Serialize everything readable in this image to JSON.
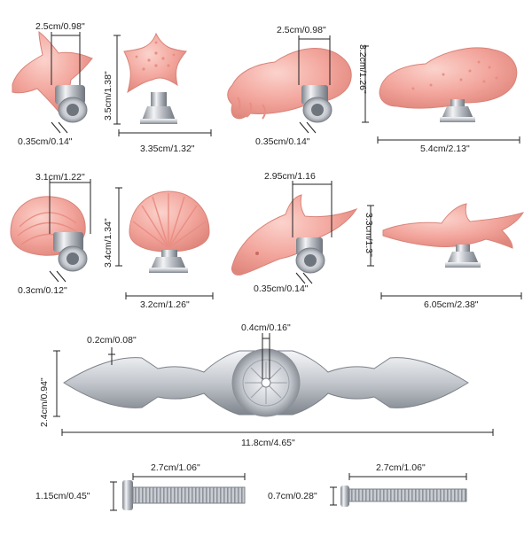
{
  "colors": {
    "ceramic_pink": "#f2a49b",
    "ceramic_light": "#f7c4bc",
    "chrome": "#c9ccd2",
    "chrome_dark": "#8e939b",
    "dimension_line": "#222222"
  },
  "knobs": [
    {
      "shape": "starfish",
      "view": "side",
      "labels": [
        "2.5cm/0.98\"",
        "0.35cm/0.14\""
      ]
    },
    {
      "shape": "starfish",
      "view": "front",
      "labels": [
        "3.5cm/1.38\"",
        "3.35cm/1.32\""
      ]
    },
    {
      "shape": "octopus",
      "view": "side",
      "labels": [
        "2.5cm/0.98\"",
        "0.35cm/0.14\""
      ]
    },
    {
      "shape": "octopus",
      "view": "front",
      "labels": [
        "3.2cm/1.26\"",
        "5.4cm/2.13\""
      ]
    },
    {
      "shape": "shell",
      "view": "side",
      "labels": [
        "3.1cm/1.22\"",
        "0.3cm/0.12\""
      ]
    },
    {
      "shape": "shell",
      "view": "front",
      "labels": [
        "3.4cm/1.34\"",
        "3.2cm/1.26\""
      ]
    },
    {
      "shape": "dolphin",
      "view": "side",
      "labels": [
        "2.95cm/1.16",
        "0.35cm/0.14\""
      ]
    },
    {
      "shape": "dolphin",
      "view": "front",
      "labels": [
        "3.3cm/1.3\"",
        "6.05cm/2.38\""
      ]
    }
  ],
  "backplate": {
    "labels": {
      "hole": "0.4cm/0.16\"",
      "thickness": "0.2cm/0.08\"",
      "height": "2.4cm/0.94\"",
      "length": "11.8cm/4.65\""
    }
  },
  "screws": [
    {
      "labels": {
        "length": "2.7cm/1.06\"",
        "head": "1.15cm/0.45\""
      }
    },
    {
      "labels": {
        "length": "2.7cm/1.06\"",
        "head": "0.7cm/0.28\""
      }
    }
  ]
}
